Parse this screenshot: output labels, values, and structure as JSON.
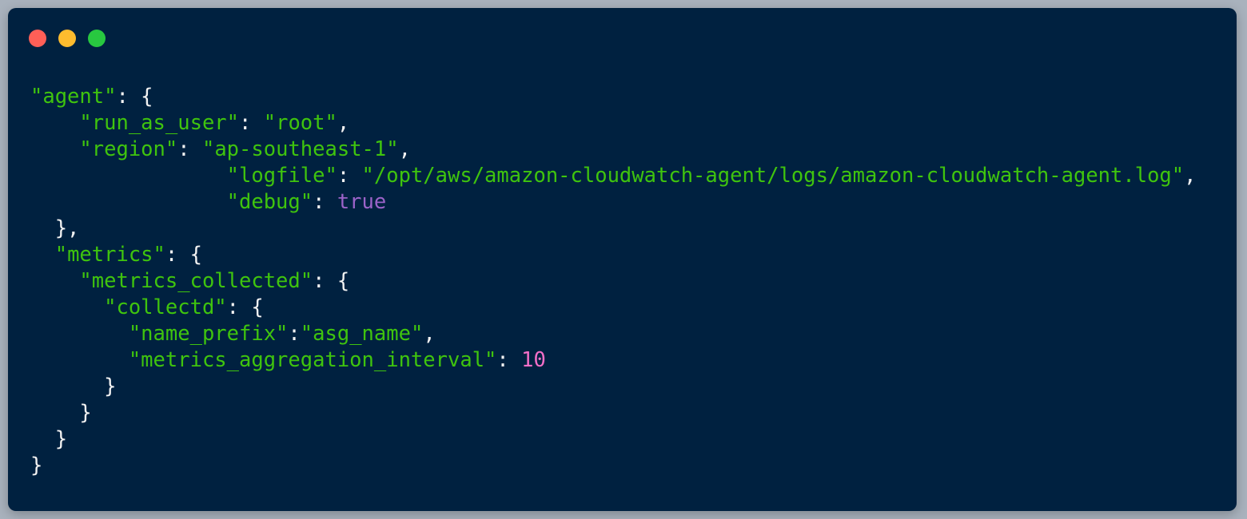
{
  "window": {
    "controls": [
      {
        "name": "close",
        "color": "#ff5f57"
      },
      {
        "name": "minimize",
        "color": "#febc2e"
      },
      {
        "name": "maximize",
        "color": "#28c840"
      }
    ]
  },
  "colors": {
    "background": "#002140",
    "string": "#3fc40e",
    "punctuation": "#f2f2f2",
    "boolean": "#9b63c9",
    "number": "#f36fc8"
  },
  "code": {
    "lines": [
      [
        [
          "s",
          "\"agent\""
        ],
        [
          "p",
          ": {"
        ]
      ],
      [
        [
          "p",
          "    "
        ],
        [
          "s",
          "\"run_as_user\""
        ],
        [
          "p",
          ": "
        ],
        [
          "s",
          "\"root\""
        ],
        [
          "p",
          ","
        ]
      ],
      [
        [
          "p",
          "    "
        ],
        [
          "s",
          "\"region\""
        ],
        [
          "p",
          ": "
        ],
        [
          "s",
          "\"ap-southeast-1\""
        ],
        [
          "p",
          ","
        ]
      ],
      [
        [
          "p",
          "                "
        ],
        [
          "s",
          "\"logfile\""
        ],
        [
          "p",
          ": "
        ],
        [
          "s",
          "\"/opt/aws/amazon-cloudwatch-agent/logs/amazon-cloudwatch-agent.log\""
        ],
        [
          "p",
          ","
        ]
      ],
      [
        [
          "p",
          "                "
        ],
        [
          "s",
          "\"debug\""
        ],
        [
          "p",
          ": "
        ],
        [
          "b",
          "true"
        ]
      ],
      [
        [
          "p",
          "  },"
        ]
      ],
      [
        [
          "p",
          "  "
        ],
        [
          "s",
          "\"metrics\""
        ],
        [
          "p",
          ": {"
        ]
      ],
      [
        [
          "p",
          "    "
        ],
        [
          "s",
          "\"metrics_collected\""
        ],
        [
          "p",
          ": {"
        ]
      ],
      [
        [
          "p",
          "      "
        ],
        [
          "s",
          "\"collectd\""
        ],
        [
          "p",
          ": {"
        ]
      ],
      [
        [
          "p",
          "        "
        ],
        [
          "s",
          "\"name_prefix\""
        ],
        [
          "p",
          ":"
        ],
        [
          "s",
          "\"asg_name\""
        ],
        [
          "p",
          ","
        ]
      ],
      [
        [
          "p",
          "        "
        ],
        [
          "s",
          "\"metrics_aggregation_interval\""
        ],
        [
          "p",
          ": "
        ],
        [
          "n",
          "10"
        ]
      ],
      [
        [
          "p",
          "      }"
        ]
      ],
      [
        [
          "p",
          "    }"
        ]
      ],
      [
        [
          "p",
          "  }"
        ]
      ],
      [
        [
          "p",
          "}"
        ]
      ]
    ]
  }
}
